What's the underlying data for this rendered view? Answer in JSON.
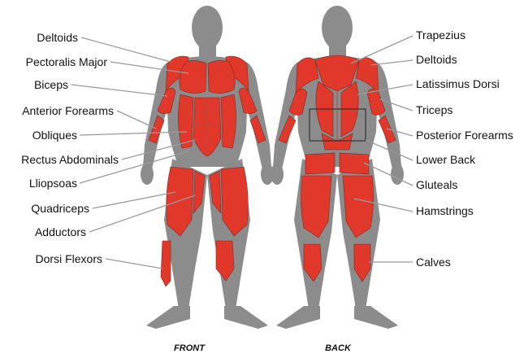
{
  "colors": {
    "body": "#8c8c8c",
    "muscle": "#e0392b",
    "leader_line": "#9a9a9a",
    "text": "#111111"
  },
  "views": {
    "front": "FRONT",
    "back": "BACK"
  },
  "front_labels": [
    {
      "id": "deltoids",
      "text": "Deltoids"
    },
    {
      "id": "pectoralis-major",
      "text": "Pectoralis Major"
    },
    {
      "id": "biceps",
      "text": "Biceps"
    },
    {
      "id": "anterior-forearms",
      "text": "Anterior Forearms"
    },
    {
      "id": "obliques",
      "text": "Obliques"
    },
    {
      "id": "rectus-abdominals",
      "text": "Rectus Abdominals"
    },
    {
      "id": "lliopsoas",
      "text": "Lliopsoas"
    },
    {
      "id": "quadriceps",
      "text": "Quadriceps"
    },
    {
      "id": "adductors",
      "text": "Adductors"
    },
    {
      "id": "dorsi-flexors",
      "text": "Dorsi Flexors"
    }
  ],
  "back_labels": [
    {
      "id": "trapezius",
      "text": "Trapezius"
    },
    {
      "id": "deltoids-back",
      "text": "Deltoids"
    },
    {
      "id": "latissimus-dorsi",
      "text": "Latissimus Dorsi"
    },
    {
      "id": "triceps",
      "text": "Triceps"
    },
    {
      "id": "posterior-forearms",
      "text": "Posterior Forearms"
    },
    {
      "id": "lower-back",
      "text": "Lower Back"
    },
    {
      "id": "gluteals",
      "text": "Gluteals"
    },
    {
      "id": "hamstrings",
      "text": "Hamstrings"
    },
    {
      "id": "calves",
      "text": "Calves"
    }
  ]
}
